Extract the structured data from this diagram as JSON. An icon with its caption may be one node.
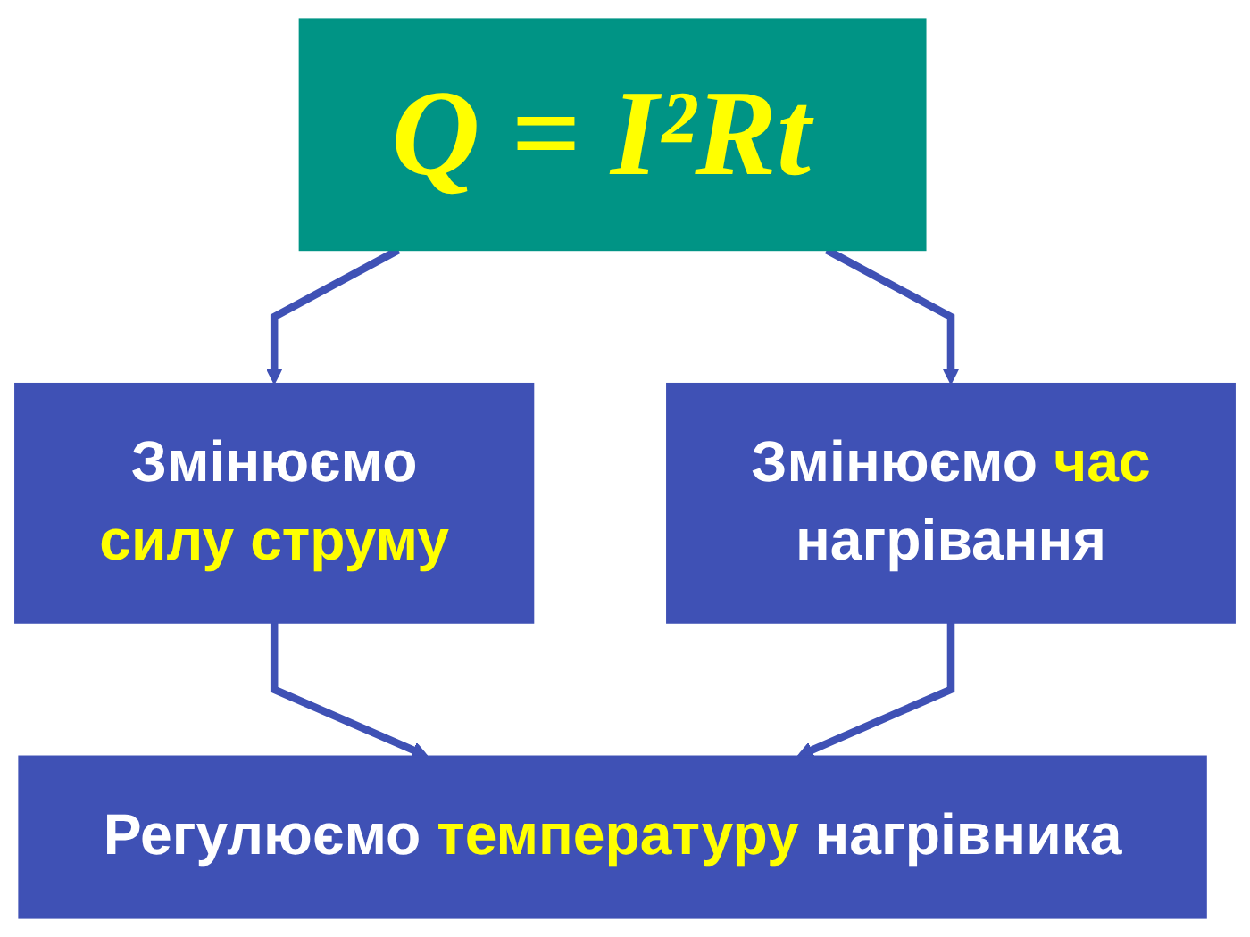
{
  "diagram": {
    "nodes": [
      {
        "text": [
          "Q = I²Rt"
        ]
      },
      {
        "text": [
          "Змінюємо силу струму"
        ]
      },
      {
        "text": [
          "Змінюємо час нагрівання"
        ]
      },
      {
        "text": [
          "Регулюємо температуру нагрівника"
        ]
      }
    ],
    "edges": [
      {
        "from": 0,
        "to": 1,
        "arrow": "to"
      },
      {
        "from": 0,
        "to": 2,
        "arrow": "to"
      },
      {
        "from": 1,
        "to": 3,
        "arrow": "to"
      },
      {
        "from": 2,
        "to": 3,
        "arrow": "to"
      }
    ]
  }
}
